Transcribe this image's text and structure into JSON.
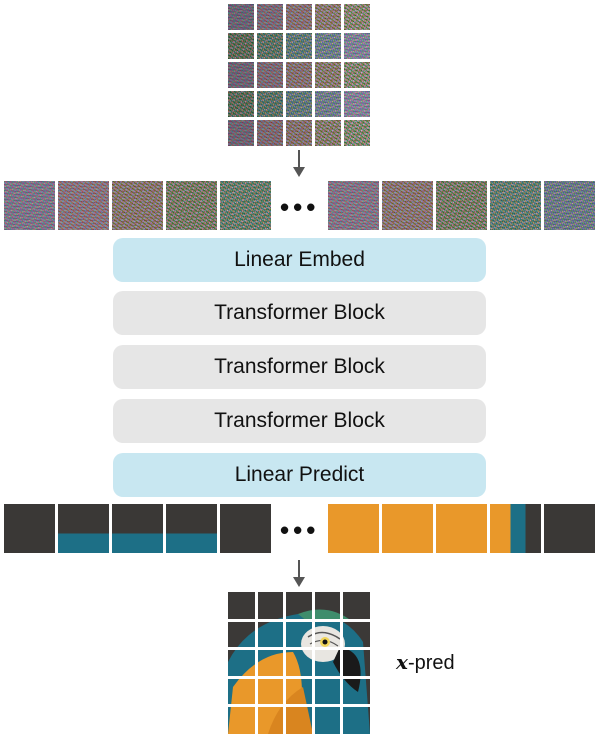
{
  "noisy_grid": {
    "rows": 5,
    "cols": 5
  },
  "noisy_tokens": {
    "left_count": 5,
    "right_count": 5,
    "ellipsis": "•••"
  },
  "blocks": [
    {
      "label": "Linear Embed",
      "color": "#c8e7f1"
    },
    {
      "label": "Transformer Block",
      "color": "#e6e6e6"
    },
    {
      "label": "Transformer Block",
      "color": "#e6e6e6"
    },
    {
      "label": "Transformer Block",
      "color": "#e6e6e6"
    },
    {
      "label": "Linear Predict",
      "color": "#c8e7f1"
    }
  ],
  "clean_tokens": {
    "left_count": 5,
    "right_count": 5,
    "ellipsis": "•••"
  },
  "output": {
    "label_var": "x",
    "label_suffix": "-pred"
  }
}
